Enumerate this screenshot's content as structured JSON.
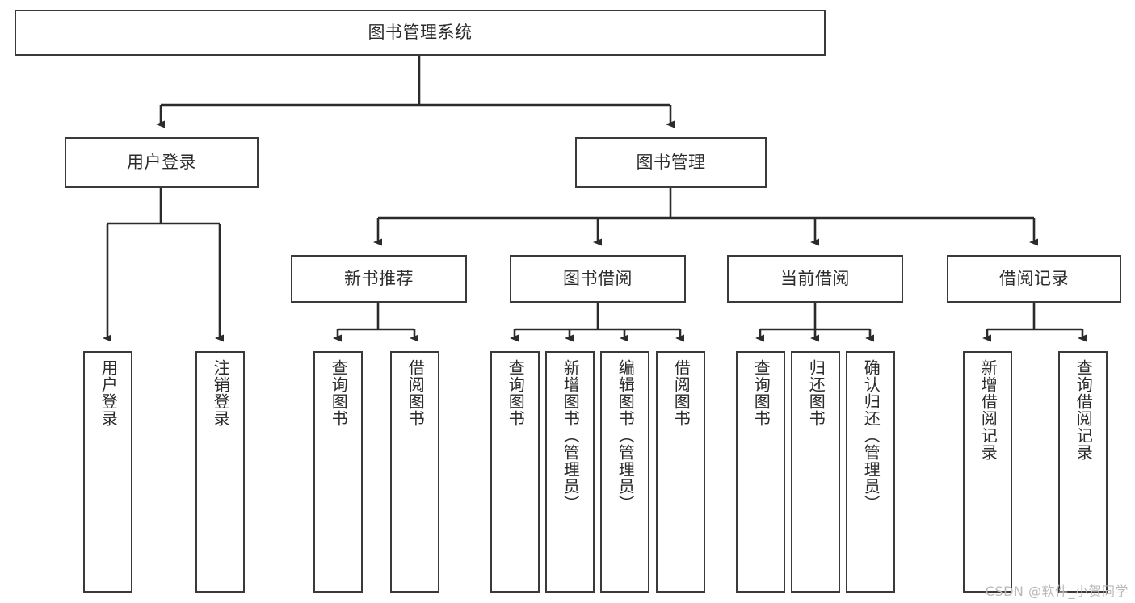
{
  "diagram": {
    "title": "图书管理系统",
    "type": "hierarchy-tree",
    "root": {
      "label": "图书管理系统"
    },
    "level2": [
      {
        "label": "用户登录"
      },
      {
        "label": "图书管理"
      }
    ],
    "level3": [
      {
        "label": "新书推荐"
      },
      {
        "label": "图书借阅"
      },
      {
        "label": "当前借阅"
      },
      {
        "label": "借阅记录"
      }
    ],
    "leaves": {
      "user_login": [
        {
          "label": "用户登录"
        },
        {
          "label": "注销登录"
        }
      ],
      "new_book_recommend": [
        {
          "label": "查询图书"
        },
        {
          "label": "借阅图书"
        }
      ],
      "book_borrow": [
        {
          "label": "查询图书"
        },
        {
          "label": "新增图书（管理员）"
        },
        {
          "label": "编辑图书（管理员）"
        },
        {
          "label": "借阅图书"
        }
      ],
      "current_borrow": [
        {
          "label": "查询图书"
        },
        {
          "label": "归还图书"
        },
        {
          "label": "确认归还（管理员）"
        }
      ],
      "borrow_record": [
        {
          "label": "新增借阅记录"
        },
        {
          "label": "查询借阅记录"
        }
      ]
    },
    "watermark": "CSDN @软件_小贺同学",
    "colors": {
      "box_border": "#3a3a3a",
      "connector": "#2b2b2b",
      "background": "#ffffff",
      "text": "#2b2b2b",
      "watermark": "#b9b9b9"
    }
  }
}
